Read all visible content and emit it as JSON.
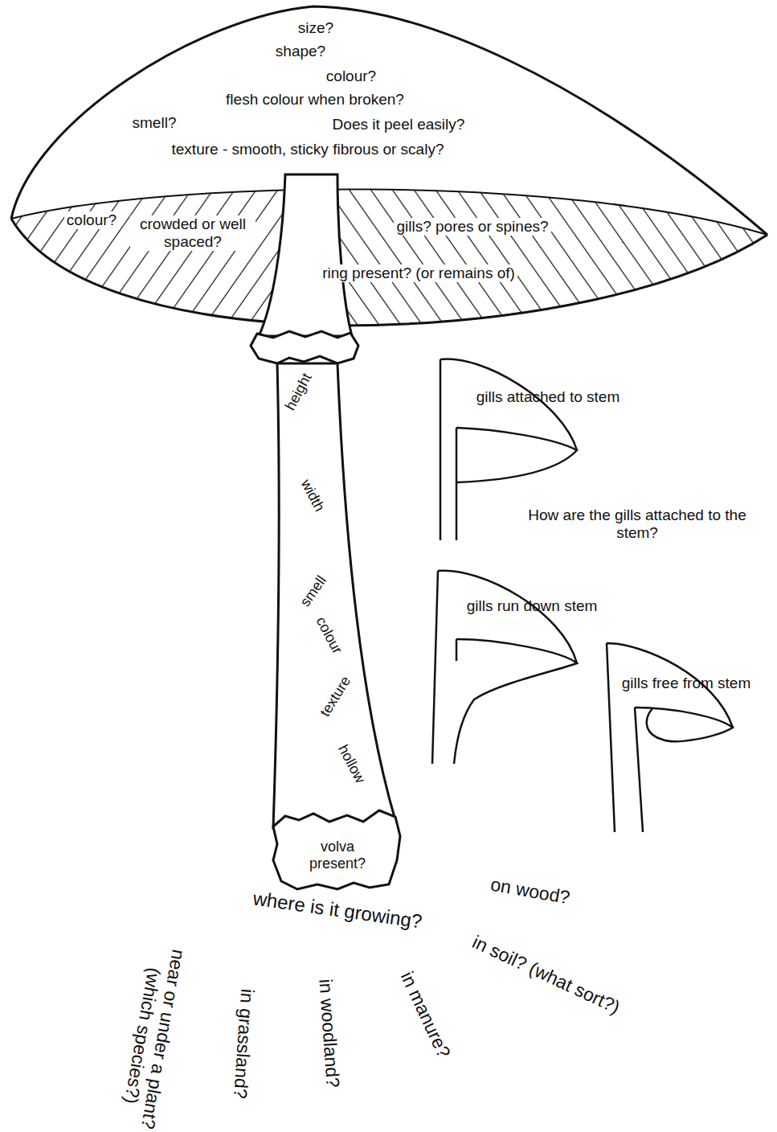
{
  "diagram": {
    "labels": [
      "size?",
      "shape?",
      "colour?",
      "flesh colour when broken?",
      "smell?",
      "Does it peel easily?",
      "texture - smooth, sticky fibrous or scaly?",
      "colour?",
      "crowded or well spaced?",
      "gills? pores or spines?",
      "ring present? (or remains of)",
      "height",
      "width",
      "smell",
      "colour",
      "texture",
      "hollow",
      "volva present?",
      "gills attached to stem",
      "How are the gills attached to the stem?",
      "gills run down stem",
      "gills free from stem",
      "where is it growing?",
      "on wood?",
      "in soil? (what sort?)",
      "in manure?",
      "in woodland?",
      "in grassland?",
      "near or under a plant? (which species?)"
    ]
  }
}
